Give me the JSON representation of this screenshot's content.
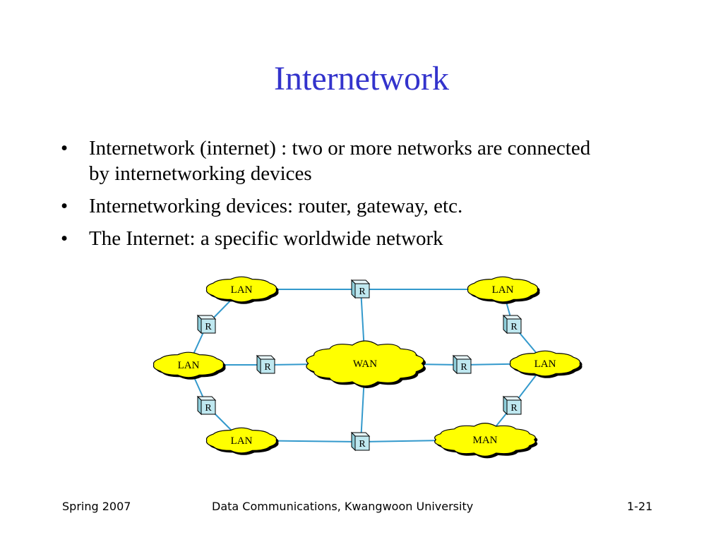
{
  "slide": {
    "title": "Internetwork",
    "bullets": [
      "Internetwork (internet) : two or more networks are connected by internetworking devices",
      "Internetworking devices: router, gateway, etc.",
      "The Internet: a specific worldwide network"
    ],
    "bullet_symbol": "•"
  },
  "diagram": {
    "clouds": [
      {
        "id": "lan_tl",
        "label": "LAN"
      },
      {
        "id": "lan_tr",
        "label": "LAN"
      },
      {
        "id": "lan_ml",
        "label": "LAN"
      },
      {
        "id": "wan",
        "label": "WAN"
      },
      {
        "id": "lan_mr",
        "label": "LAN"
      },
      {
        "id": "lan_bl",
        "label": "LAN"
      },
      {
        "id": "man",
        "label": "MAN"
      }
    ],
    "routers": [
      {
        "id": "r_top",
        "label": "R"
      },
      {
        "id": "r_left_up",
        "label": "R"
      },
      {
        "id": "r_right_up",
        "label": "R"
      },
      {
        "id": "r_mid_left",
        "label": "R"
      },
      {
        "id": "r_mid_right",
        "label": "R"
      },
      {
        "id": "r_left_down",
        "label": "R"
      },
      {
        "id": "r_right_down",
        "label": "R"
      },
      {
        "id": "r_bottom",
        "label": "R"
      }
    ],
    "cloud_color": "#ffff00",
    "link_color": "#3399cc",
    "router_color": "#bfe8f0"
  },
  "footer": {
    "left": "Spring 2007",
    "center": "Data Communications, Kwangwoon University",
    "right": "1-21"
  }
}
